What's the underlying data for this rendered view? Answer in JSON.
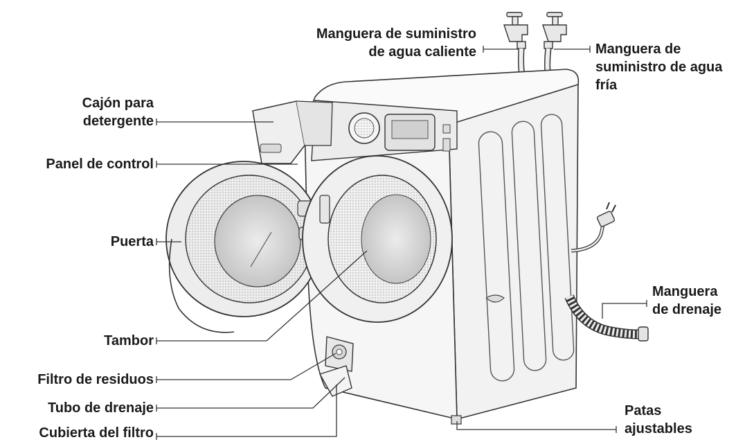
{
  "labels": {
    "hot_water_hose": [
      "Manguera de suministro",
      "de agua caliente"
    ],
    "cold_water_hose": [
      "Manguera de",
      "suministro de agua",
      "fría"
    ],
    "detergent_drawer": [
      "Cajón para",
      "detergente"
    ],
    "control_panel": "Panel de control",
    "door": "Puerta",
    "drain_hose": [
      "Manguera",
      "de drenaje"
    ],
    "drum": "Tambor",
    "debris_filter": "Filtro de residuos",
    "drain_tube": "Tubo de drenaje",
    "filter_cover": "Cubierta del filtro",
    "adjustable_feet": [
      "Patas",
      "ajustables"
    ]
  },
  "colors": {
    "ink": "#1a1a1a",
    "line": "#333333",
    "body": "#f4f4f4",
    "shade": "#dcdcdc"
  }
}
